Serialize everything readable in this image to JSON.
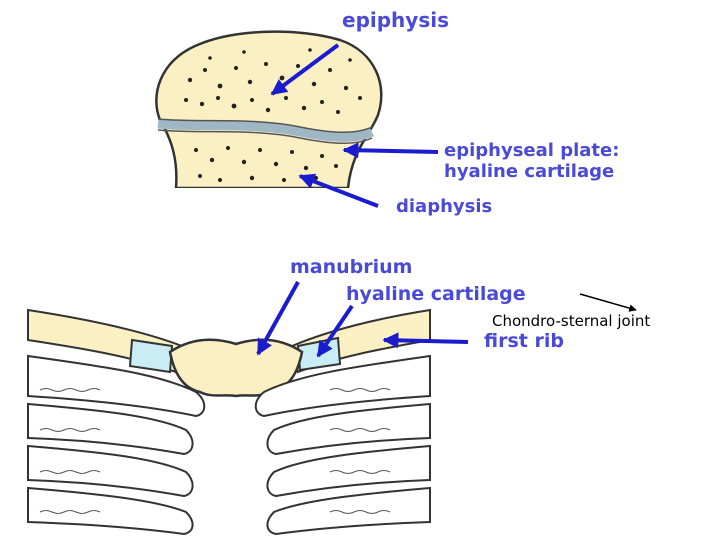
{
  "labels": {
    "epiphysis": "epiphysis",
    "epiphyseal_plate_line1": "epiphyseal plate:",
    "epiphyseal_plate_line2": "hyaline cartilage",
    "diaphysis": "diaphysis",
    "manubrium": "manubrium",
    "hyaline_cartilage": "hyaline cartilage",
    "first_rib": "first rib",
    "chondro_sternal": "Chondro-sternal joint"
  },
  "colors": {
    "arrow_blue": "#1c1ccf",
    "label_blue": "#4a4ad8",
    "bone_fill": "#fbf0c4",
    "cartilage_fill": "#c9ecf5",
    "plate_gray": "#9fb6c4",
    "outline": "#333333",
    "connector": "#000000"
  }
}
